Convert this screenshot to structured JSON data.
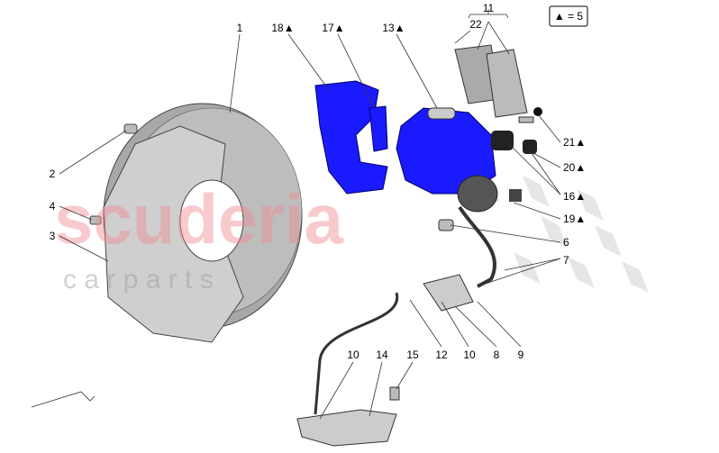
{
  "legend": {
    "text": "▲ = 5"
  },
  "watermark": {
    "brand": "scuderia",
    "sub": "c a r   p a r t s"
  },
  "callouts": [
    "1",
    "18▲",
    "17▲",
    "13▲",
    "11",
    "22",
    "21▲",
    "20▲",
    "16▲",
    "19▲",
    "6",
    "7",
    "2",
    "4",
    "3",
    "12",
    "10",
    "8",
    "9",
    "10",
    "14",
    "15"
  ],
  "colors": {
    "caliper": "#1a1aff",
    "disc": "#9a9a9a",
    "watermark": "#f3c9cb"
  }
}
